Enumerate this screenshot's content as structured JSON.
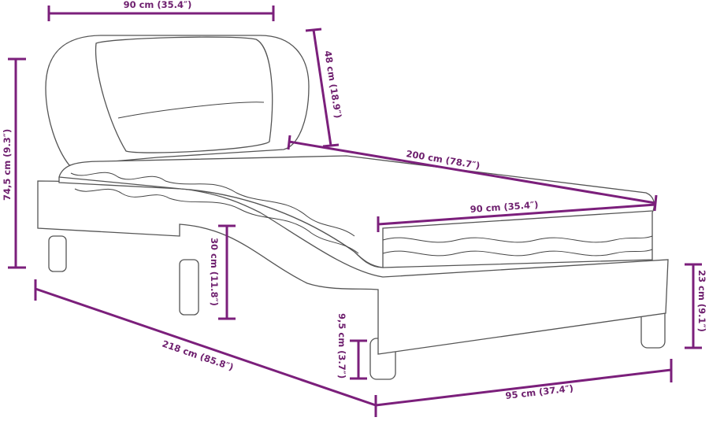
{
  "dimensions": {
    "headboard_width": "90 cm (35.4″)",
    "headboard_height": "48 cm (18.9″)",
    "total_height": "74,5 cm (9.3″)",
    "mattress_length": "200 cm (78.7″)",
    "mattress_width": "90 cm (35.4″)",
    "headboard_clearance": "30 cm (11.8″)",
    "frame_height": "23 cm (9.1″)",
    "leg_height": "9,5 cm (3.7″)",
    "total_length": "218 cm (85.8″)",
    "total_width": "95 cm (37.4″)"
  },
  "colors": {
    "dimension_lines": "#7b1f7b",
    "outline": "#555555"
  }
}
